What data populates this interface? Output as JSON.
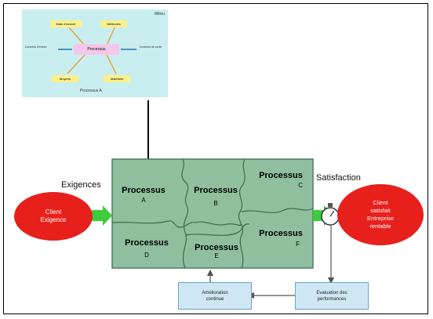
{
  "mini_diagram": {
    "top_right_label": "Milieu",
    "center": "Processus",
    "top_left": "Main d'oeuvre",
    "top_right": "Méthodes",
    "bottom_left": "Moyens",
    "bottom_right": "Matériels",
    "left_text": "Données d'entrée",
    "right_text": "Données de sortie",
    "caption": "Processus A"
  },
  "labels": {
    "exigences": "Exigences",
    "satisfaction": "Satisfaction"
  },
  "client_left": {
    "line1": "Client",
    "line2": "Exigence"
  },
  "client_right": {
    "line1": "Client",
    "line2": "satisfait",
    "line3": "Entreprise",
    "line4": "rentable"
  },
  "processes": [
    {
      "name": "Processus",
      "letter": "A"
    },
    {
      "name": "Processus",
      "letter": "B"
    },
    {
      "name": "Processus",
      "letter": "C"
    },
    {
      "name": "Processus",
      "letter": "D"
    },
    {
      "name": "Processus",
      "letter": "E"
    },
    {
      "name": "Processus",
      "letter": "F"
    }
  ],
  "amelioration": {
    "line1": "Amélioration",
    "line2": "continue"
  },
  "evaluation": {
    "line1": "Evaluation des",
    "line2": "performances"
  },
  "colors": {
    "mini_bg": "#c9eef0",
    "process_bg": "#8fbf9f",
    "client_red": "#e8201c",
    "arrow_green": "#3ccc3c",
    "bottom_box": "#cfe7f3"
  }
}
